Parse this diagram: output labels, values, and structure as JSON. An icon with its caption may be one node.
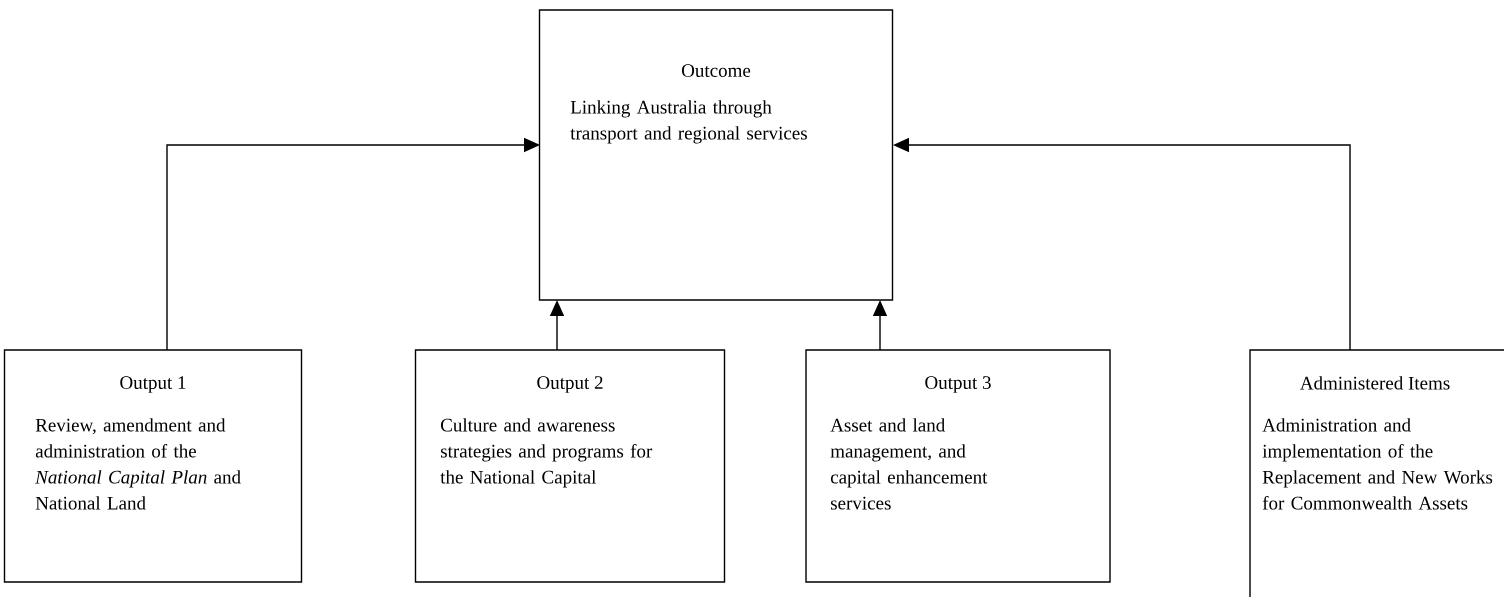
{
  "diagram": {
    "nodes": [
      {
        "text": [
          "Outcome",
          "Linking Australia through transport and regional services"
        ]
      },
      {
        "text": [
          "Output 1",
          "Review, amendment and administration of the *National Capital Plan* and National Land"
        ]
      },
      {
        "text": [
          "Output 2",
          "Culture and awareness strategies and programs for the National Capital"
        ]
      },
      {
        "text": [
          "Output 3",
          "Asset and land management, and capital enhancement services"
        ]
      },
      {
        "text": [
          "Administered Items",
          "Administration and implementation of the Replacement and New Works for Commonwealth Assets"
        ]
      }
    ],
    "edges": [
      {
        "from": 1,
        "to": 0,
        "arrow": "to"
      },
      {
        "from": 2,
        "to": 0,
        "arrow": "to"
      },
      {
        "from": 3,
        "to": 0,
        "arrow": "to"
      },
      {
        "from": 4,
        "to": 0,
        "arrow": "to"
      }
    ]
  }
}
